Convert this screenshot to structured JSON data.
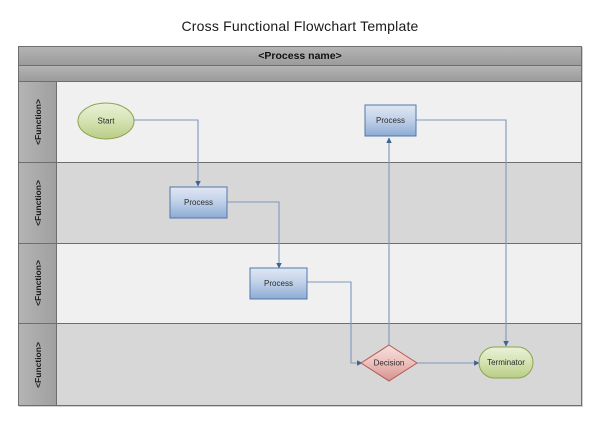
{
  "page": {
    "title": "Cross Functional Flowchart Template"
  },
  "diagram": {
    "process_name_band": "<Process name>",
    "spacer_band": "",
    "lanes": [
      {
        "label": "<Function>"
      },
      {
        "label": "<Function>"
      },
      {
        "label": "<Function>"
      },
      {
        "label": "<Function>"
      }
    ],
    "shapes": [
      {
        "id": "start",
        "type": "terminator-ellipse",
        "label": "Start",
        "lane": 1
      },
      {
        "id": "process-1",
        "type": "process",
        "label": "Process",
        "lane": 2
      },
      {
        "id": "process-2",
        "type": "process",
        "label": "Process",
        "lane": 3
      },
      {
        "id": "decision",
        "type": "decision",
        "label": "Decision",
        "lane": 4
      },
      {
        "id": "terminator",
        "type": "terminator",
        "label": "Terminator",
        "lane": 4
      },
      {
        "id": "process-3",
        "type": "process",
        "label": "Process",
        "lane": 1
      }
    ],
    "connectors": [
      {
        "id": "start-to-process-1",
        "from": "start",
        "to": "process-1"
      },
      {
        "id": "process-1-to-process-2",
        "from": "process-1",
        "to": "process-2"
      },
      {
        "id": "process-2-to-decision",
        "from": "process-2",
        "to": "decision"
      },
      {
        "id": "decision-to-terminator",
        "from": "decision",
        "to": "terminator"
      },
      {
        "id": "decision-to-process-3",
        "from": "decision",
        "to": "process-3"
      },
      {
        "id": "process-3-to-terminator",
        "from": "process-3",
        "to": "terminator"
      }
    ]
  },
  "colors": {
    "canvas": "#ffffff",
    "frame_border": "#6e6e6e",
    "band_fill": "#a8a8a8",
    "lane_odd": "#f0f0f0",
    "lane_even": "#d7d7d7",
    "process_fill_top": "#ced9ec",
    "process_fill_bottom": "#8fadd4",
    "process_border": "#5377a8",
    "terminator_fill_top": "#e2ecc9",
    "terminator_fill_bottom": "#bcd08a",
    "terminator_border": "#8ca44e",
    "decision_fill_top": "#f2d5d3",
    "decision_fill_bottom": "#d99a97",
    "decision_border": "#b35a55",
    "connector": "#7c97bd"
  }
}
